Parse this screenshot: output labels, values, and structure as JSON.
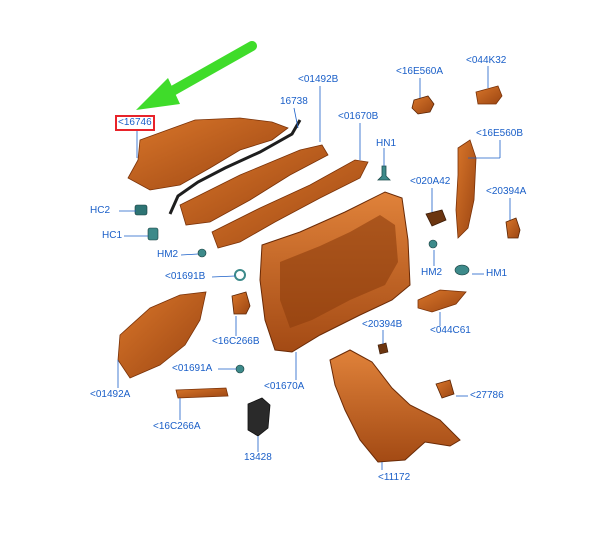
{
  "diagram": {
    "highlight_color": "#e8232a",
    "arrow_color": "#3fdc2a",
    "part_color": "#c8651e",
    "label_color": "#1a5fc8",
    "labels": {
      "p16746": "<16746",
      "p16738": "16738",
      "p01492B": "<01492B",
      "p01670B": "<01670B",
      "p16E560A": "<16E560A",
      "p044K32": "<044K32",
      "p16E560B": "<16E560B",
      "pHN1": "HN1",
      "p020A42": "<020A42",
      "p20394A": "<20394A",
      "pHC2": "HC2",
      "pHC1": "HC1",
      "pHM2a": "HM2",
      "pHM2b": "HM2",
      "pHM1": "HM1",
      "p01691B": "<01691B",
      "p16C266B": "<16C266B",
      "p01691A": "<01691A",
      "p01670A": "<01670A",
      "p01492A": "<01492A",
      "p16C266A": "<16C266A",
      "p13428": "13428",
      "p20394B": "<20394B",
      "p044C61": "<044C61",
      "p27786": "<27786",
      "p11172": "<11172"
    }
  }
}
